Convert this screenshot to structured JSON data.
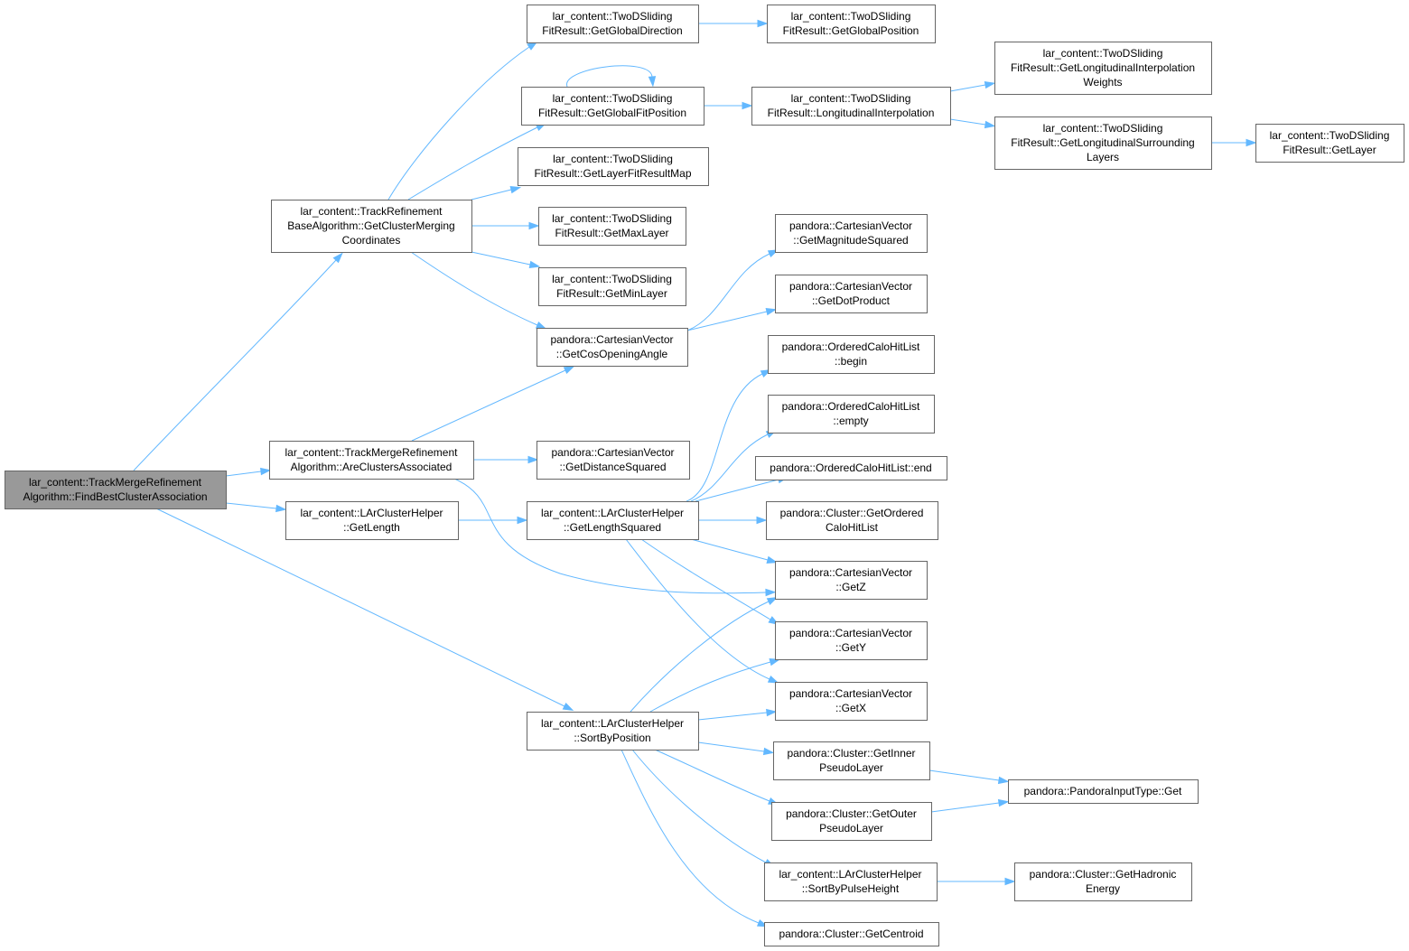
{
  "colors": {
    "node_border": "#666666",
    "root_fill": "#999999",
    "edge": "#63b8ff"
  },
  "nodes": [
    {
      "id": "n0",
      "lines": [
        "lar_content::TrackMergeRefinement",
        "Algorithm::FindBestClusterAssociation"
      ],
      "root": true
    },
    {
      "id": "n1",
      "lines": [
        "lar_content::TrackRefinement",
        "BaseAlgorithm::GetClusterMerging",
        "Coordinates"
      ]
    },
    {
      "id": "n2",
      "lines": [
        "lar_content::TrackMergeRefinement",
        "Algorithm::AreClustersAssociated"
      ]
    },
    {
      "id": "n3",
      "lines": [
        "lar_content::LArClusterHelper",
        "::GetLength"
      ]
    },
    {
      "id": "n4",
      "lines": [
        "lar_content::LArClusterHelper",
        "::SortByPosition"
      ]
    },
    {
      "id": "n5",
      "lines": [
        "lar_content::TwoDSliding",
        "FitResult::GetGlobalDirection"
      ]
    },
    {
      "id": "n6",
      "lines": [
        "lar_content::TwoDSliding",
        "FitResult::GetGlobalPosition"
      ]
    },
    {
      "id": "n7",
      "lines": [
        "lar_content::TwoDSliding",
        "FitResult::GetGlobalFitPosition"
      ]
    },
    {
      "id": "n8",
      "lines": [
        "lar_content::TwoDSliding",
        "FitResult::LongitudinalInterpolation"
      ]
    },
    {
      "id": "n9",
      "lines": [
        "lar_content::TwoDSliding",
        "FitResult::GetLongitudinalInterpolation",
        "Weights"
      ]
    },
    {
      "id": "n10",
      "lines": [
        "lar_content::TwoDSliding",
        "FitResult::GetLongitudinalSurrounding",
        "Layers"
      ]
    },
    {
      "id": "n11",
      "lines": [
        "lar_content::TwoDSliding",
        "FitResult::GetLayer"
      ]
    },
    {
      "id": "n12",
      "lines": [
        "lar_content::TwoDSliding",
        "FitResult::GetLayerFitResultMap"
      ]
    },
    {
      "id": "n13",
      "lines": [
        "lar_content::TwoDSliding",
        "FitResult::GetMaxLayer"
      ]
    },
    {
      "id": "n14",
      "lines": [
        "lar_content::TwoDSliding",
        "FitResult::GetMinLayer"
      ]
    },
    {
      "id": "n15",
      "lines": [
        "pandora::CartesianVector",
        "::GetCosOpeningAngle"
      ]
    },
    {
      "id": "n16",
      "lines": [
        "pandora::CartesianVector",
        "::GetMagnitudeSquared"
      ]
    },
    {
      "id": "n17",
      "lines": [
        "pandora::CartesianVector",
        "::GetDotProduct"
      ]
    },
    {
      "id": "n18",
      "lines": [
        "pandora::CartesianVector",
        "::GetDistanceSquared"
      ]
    },
    {
      "id": "n19",
      "lines": [
        "pandora::CartesianVector",
        "::GetZ"
      ]
    },
    {
      "id": "n20",
      "lines": [
        "lar_content::LArClusterHelper",
        "::GetLengthSquared"
      ]
    },
    {
      "id": "n21",
      "lines": [
        "pandora::OrderedCaloHitList",
        "::begin"
      ]
    },
    {
      "id": "n22",
      "lines": [
        "pandora::OrderedCaloHitList",
        "::empty"
      ]
    },
    {
      "id": "n23",
      "lines": [
        "pandora::OrderedCaloHitList::end"
      ]
    },
    {
      "id": "n24",
      "lines": [
        "pandora::Cluster::GetOrdered",
        "CaloHitList"
      ]
    },
    {
      "id": "n25",
      "lines": [
        "pandora::CartesianVector",
        "::GetY"
      ]
    },
    {
      "id": "n26",
      "lines": [
        "pandora::CartesianVector",
        "::GetX"
      ]
    },
    {
      "id": "n27",
      "lines": [
        "pandora::Cluster::GetInner",
        "PseudoLayer"
      ]
    },
    {
      "id": "n28",
      "lines": [
        "pandora::Cluster::GetOuter",
        "PseudoLayer"
      ]
    },
    {
      "id": "n29",
      "lines": [
        "lar_content::LArClusterHelper",
        "::SortByPulseHeight"
      ]
    },
    {
      "id": "n30",
      "lines": [
        "pandora::Cluster::GetCentroid"
      ]
    },
    {
      "id": "n31",
      "lines": [
        "pandora::PandoraInputType::Get"
      ]
    },
    {
      "id": "n32",
      "lines": [
        "pandora::Cluster::GetHadronic",
        "Energy"
      ]
    }
  ],
  "edges": [
    [
      "n0",
      "n1"
    ],
    [
      "n0",
      "n2"
    ],
    [
      "n0",
      "n3"
    ],
    [
      "n0",
      "n4"
    ],
    [
      "n1",
      "n5"
    ],
    [
      "n1",
      "n7"
    ],
    [
      "n1",
      "n12"
    ],
    [
      "n1",
      "n13"
    ],
    [
      "n1",
      "n14"
    ],
    [
      "n1",
      "n15"
    ],
    [
      "n5",
      "n6"
    ],
    [
      "n7",
      "n7"
    ],
    [
      "n7",
      "n8"
    ],
    [
      "n8",
      "n9"
    ],
    [
      "n8",
      "n10"
    ],
    [
      "n10",
      "n11"
    ],
    [
      "n15",
      "n16"
    ],
    [
      "n15",
      "n17"
    ],
    [
      "n2",
      "n15"
    ],
    [
      "n2",
      "n18"
    ],
    [
      "n2",
      "n19"
    ],
    [
      "n3",
      "n20"
    ],
    [
      "n20",
      "n21"
    ],
    [
      "n20",
      "n22"
    ],
    [
      "n20",
      "n23"
    ],
    [
      "n20",
      "n24"
    ],
    [
      "n20",
      "n19"
    ],
    [
      "n20",
      "n25"
    ],
    [
      "n20",
      "n26"
    ],
    [
      "n4",
      "n19"
    ],
    [
      "n4",
      "n25"
    ],
    [
      "n4",
      "n26"
    ],
    [
      "n4",
      "n27"
    ],
    [
      "n4",
      "n28"
    ],
    [
      "n4",
      "n29"
    ],
    [
      "n4",
      "n30"
    ],
    [
      "n27",
      "n31"
    ],
    [
      "n28",
      "n31"
    ],
    [
      "n29",
      "n32"
    ]
  ]
}
